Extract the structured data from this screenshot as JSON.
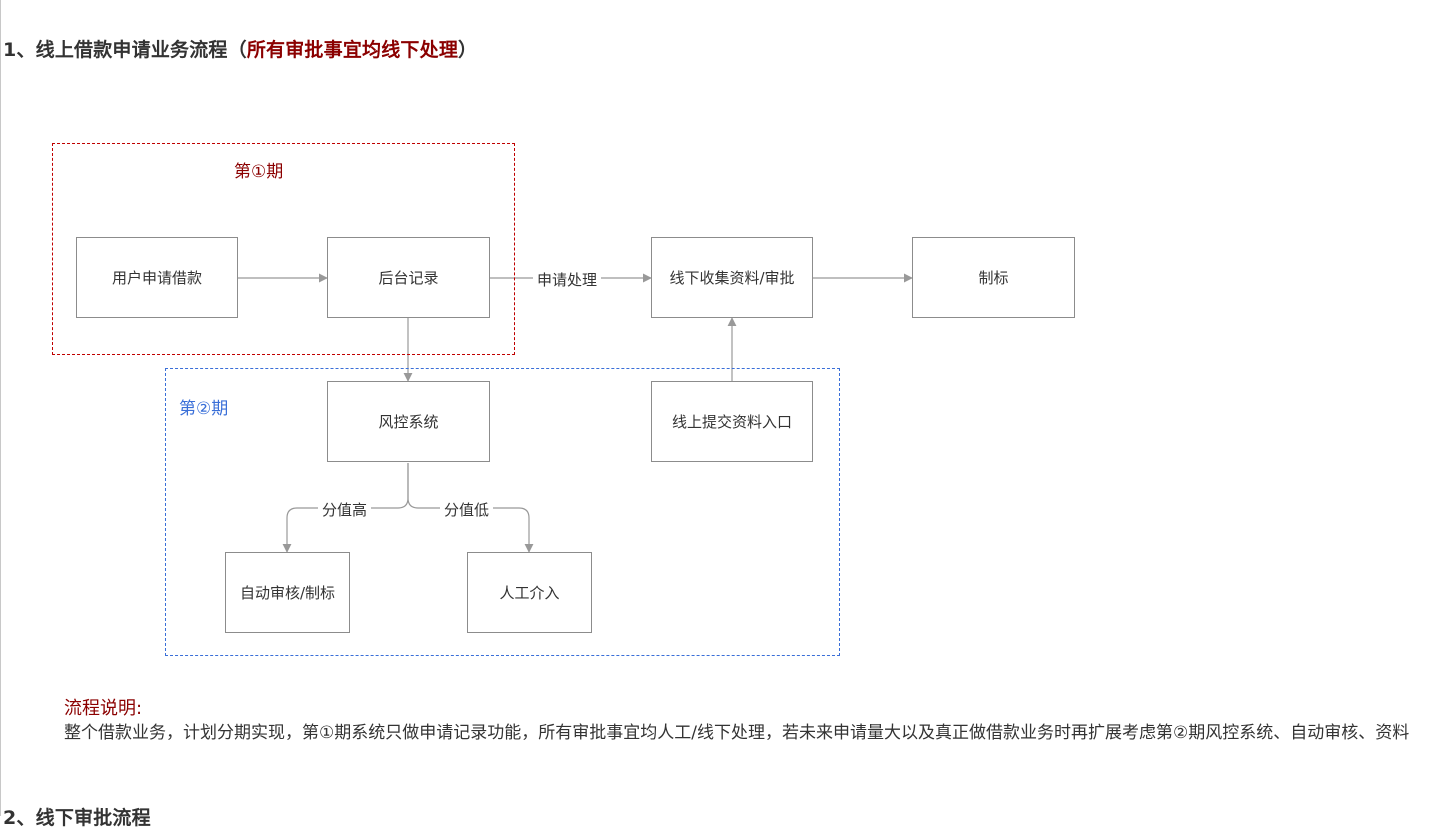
{
  "section1": {
    "prefix": "1、线上借款申请业务流程（",
    "highlight": "所有审批事宜均线下处理",
    "suffix": "）"
  },
  "phases": [
    {
      "id": "phase1",
      "label": "第①期",
      "color": "#c00000"
    },
    {
      "id": "phase2",
      "label": "第②期",
      "color": "#3a6fd8"
    }
  ],
  "nodes": [
    {
      "id": "apply",
      "label": "用户申请借款"
    },
    {
      "id": "record",
      "label": "后台记录"
    },
    {
      "id": "offline",
      "label": "线下收集资料/审批"
    },
    {
      "id": "bid",
      "label": "制标"
    },
    {
      "id": "risk",
      "label": "风控系统"
    },
    {
      "id": "submit",
      "label": "线上提交资料入口"
    },
    {
      "id": "auto",
      "label": "自动审核/制标"
    },
    {
      "id": "manual",
      "label": "人工介入"
    }
  ],
  "edge_labels": {
    "process": "申请处理",
    "high": "分值高",
    "low": "分值低"
  },
  "notes": {
    "title": "流程说明:",
    "body": "整个借款业务，计划分期实现，第①期系统只做申请记录功能，所有审批事宜均人工/线下处理，若未来申请量大以及真正做借款业务时再扩展考虑第②期风控系统、自动审核、资料"
  },
  "section2": {
    "title": "2、线下审批流程"
  },
  "colors": {
    "accent": "#8b0000",
    "phase1": "#c00000",
    "phase2": "#3a6fd8",
    "line": "#999999",
    "node_border": "#8c8c8c"
  }
}
